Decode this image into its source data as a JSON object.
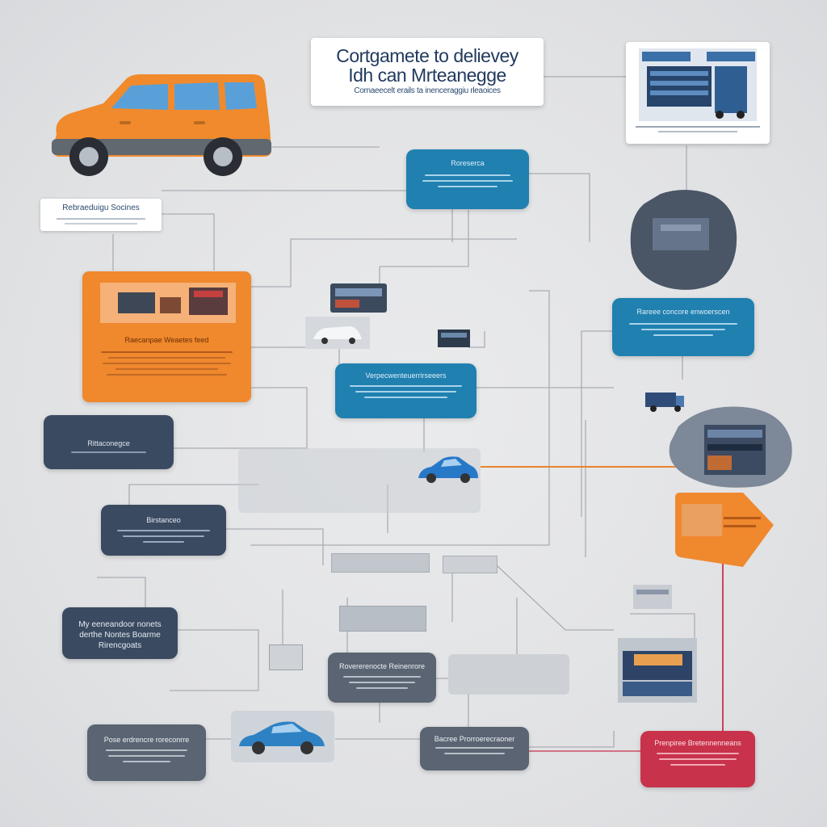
{
  "title": {
    "line1": "Cortgamete to delievey",
    "line2": "Idh can Mrteanegge",
    "subtitle": "Cornaeecelt erails ta inenceraggiu rleaoices"
  },
  "side_label": "Rebraeduigu Socines",
  "nodes": {
    "blue_top": "Roreserca",
    "blue_center": "Verpecwenteuerrirseeers",
    "navy_left_1": "Rittaconegce",
    "navy_left_2": "Birstanceo",
    "navy_left_3_line1": "My eeneandoor nonets",
    "navy_left_3_line2": "derthe Nontes Boarme",
    "navy_left_3_line3": "Rirencgoats",
    "gray_bottom_left": "Pose erdrencre roreconrre",
    "gray_center": "Rovererenocte Reinenrore",
    "gray_bottom_center": "Bacree Prorroerecraoner",
    "red_bottom_right": "Prenpiree Bretennenneans",
    "orange_panel": "Raecanpae Weaetes feed",
    "blue_right": "Rareee concore enwoerscen"
  },
  "colors": {
    "orange": "#f0882e",
    "blue": "#2080b0",
    "navy": "#3a4a60",
    "slate": "#5a6472",
    "red": "#c8324a",
    "title_text": "#223a5e"
  }
}
